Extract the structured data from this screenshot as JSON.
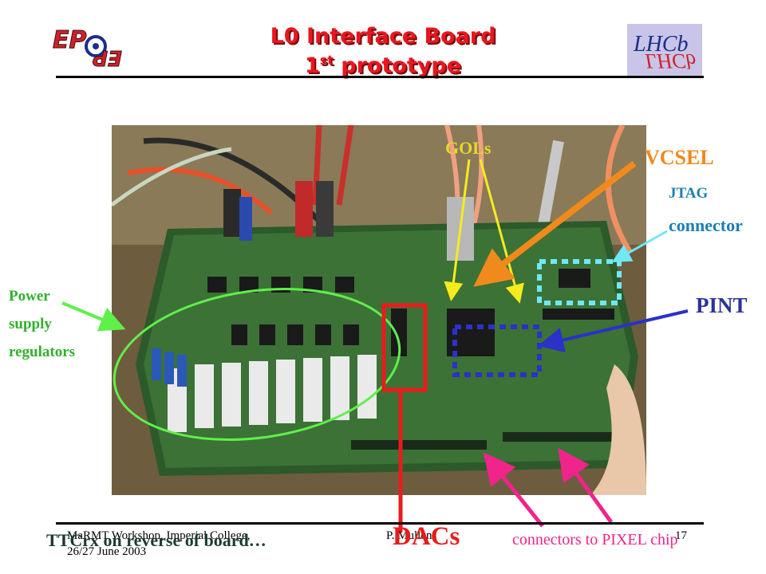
{
  "header": {
    "title_line1": "L0 Interface Board",
    "title_line2_main": "1",
    "title_line2_sup": "st",
    "title_line2_rest": " prototype",
    "logo_left_text": "EP",
    "logo_right_text": "LHCb"
  },
  "labels": {
    "gols": "GOLs",
    "vcsel": "VCSEL",
    "jtag_line1": "JTAG",
    "jtag_line2": "connector",
    "pint": "PINT",
    "power_line1": "Power",
    "power_line2": "supply",
    "power_line3": "regulators",
    "dacs": "DACs",
    "connectors": "connectors to PIXEL chip",
    "ttcrx": "TTCrx on reverse of board…"
  },
  "footer": {
    "workshop_line1": "MaRMT Workshop, Imperial College,",
    "workshop_line2": "26/27 June 2003",
    "author": "P. Mullens",
    "page_number": "17"
  },
  "colors": {
    "title": "#e8171f",
    "power_label": "#2fb12a",
    "gols_label": "#e6d82a",
    "vcsel_label": "#f08a1c",
    "jtag_label": "#1d7fb3",
    "pint_label": "#2a3299",
    "dacs_label": "#e81c1c",
    "connectors_label": "#f0248a"
  }
}
